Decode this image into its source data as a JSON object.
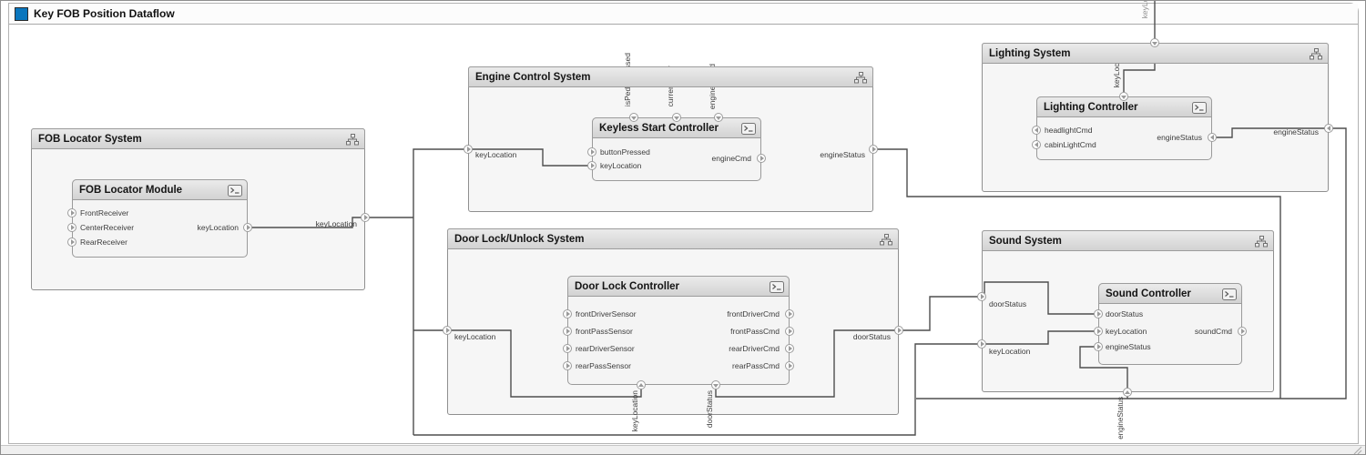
{
  "window": {
    "title": "Key FOB Position Dataflow"
  },
  "fob_system": {
    "title": "FOB Locator System",
    "edge_out_label": "keyLocation",
    "module": {
      "title": "FOB Locator Module",
      "in1": "FrontReceiver",
      "in2": "CenterReceiver",
      "in3": "RearReceiver",
      "out": "keyLocation"
    }
  },
  "engine_system": {
    "title": "Engine Control System",
    "edge_in_label": "keyLocation",
    "edge_out_label": "engineStatus",
    "controller": {
      "title": "Keyless Start Controller",
      "in1": "buttonPressed",
      "in2": "keyLocation",
      "top1": "isPedalPressed",
      "top2": "currentGear",
      "top3": "engineSpeed",
      "out": "engineCmd"
    }
  },
  "lighting_system": {
    "title": "Lighting System",
    "edge_top_label": "keyLocation",
    "edge_right_label": "engineStatus",
    "inner_wire_label": "keyLocation",
    "controller": {
      "title": "Lighting Controller",
      "out1": "headlightCmd",
      "out2": "cabinLightCmd",
      "in_right": "engineStatus"
    }
  },
  "door_system": {
    "title": "Door Lock/Unlock System",
    "edge_in_label": "keyLocation",
    "edge_out_label": "doorStatus",
    "controller": {
      "title": "Door Lock Controller",
      "in1": "frontDriverSensor",
      "in2": "frontPassSensor",
      "in3": "rearDriverSensor",
      "in4": "rearPassSensor",
      "out1": "frontDriverCmd",
      "out2": "frontPassCmd",
      "out3": "rearDriverCmd",
      "out4": "rearPassCmd",
      "bottom_in": "keyLocation",
      "bottom_out": "doorStatus"
    }
  },
  "sound_system": {
    "title": "Sound System",
    "edge_in1_label": "doorStatus",
    "edge_in2_label": "keyLocation",
    "edge_bottom_label": "engineStatus",
    "controller": {
      "title": "Sound Controller",
      "in1": "doorStatus",
      "in2": "keyLocation",
      "in3": "engineStatus",
      "out": "soundCmd"
    }
  },
  "connections": [
    {
      "signal": "keyLocation",
      "from": "FOB Locator System",
      "to": "Engine Control System"
    },
    {
      "signal": "keyLocation",
      "from": "FOB Locator System",
      "to": "Door Lock/Unlock System"
    },
    {
      "signal": "keyLocation",
      "from": "FOB Locator System",
      "to": "Sound System"
    },
    {
      "signal": "keyLocation",
      "from": "FOB Locator System",
      "to": "Lighting System"
    },
    {
      "signal": "engineStatus",
      "from": "Engine Control System",
      "to": "Lighting System"
    },
    {
      "signal": "engineStatus",
      "from": "Engine Control System",
      "to": "Sound System"
    },
    {
      "signal": "doorStatus",
      "from": "Door Lock/Unlock System",
      "to": "Sound System"
    }
  ]
}
